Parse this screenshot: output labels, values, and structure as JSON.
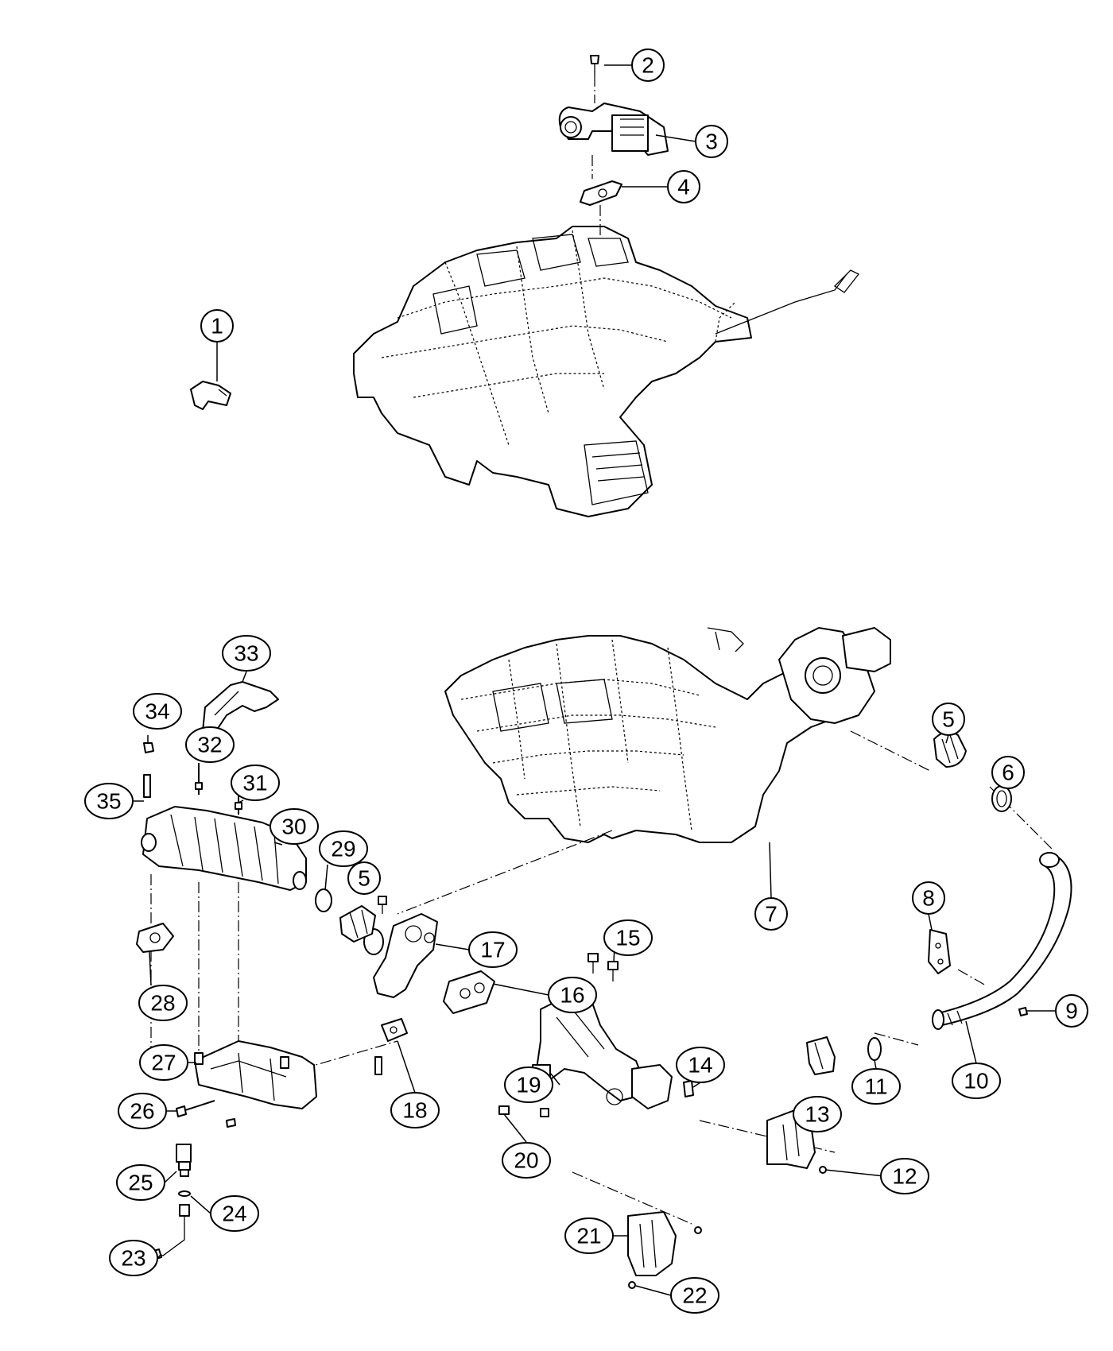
{
  "callouts": [
    {
      "id": "c1",
      "label": "1"
    },
    {
      "id": "c2",
      "label": "2"
    },
    {
      "id": "c3",
      "label": "3"
    },
    {
      "id": "c4",
      "label": "4"
    },
    {
      "id": "c5a",
      "label": "5"
    },
    {
      "id": "c5b",
      "label": "5"
    },
    {
      "id": "c6",
      "label": "6"
    },
    {
      "id": "c7",
      "label": "7"
    },
    {
      "id": "c8",
      "label": "8"
    },
    {
      "id": "c9",
      "label": "9"
    },
    {
      "id": "c10",
      "label": "10"
    },
    {
      "id": "c11",
      "label": "11"
    },
    {
      "id": "c12",
      "label": "12"
    },
    {
      "id": "c13",
      "label": "13"
    },
    {
      "id": "c14",
      "label": "14"
    },
    {
      "id": "c15",
      "label": "15"
    },
    {
      "id": "c16",
      "label": "16"
    },
    {
      "id": "c17",
      "label": "17"
    },
    {
      "id": "c18",
      "label": "18"
    },
    {
      "id": "c19",
      "label": "19"
    },
    {
      "id": "c20",
      "label": "20"
    },
    {
      "id": "c21",
      "label": "21"
    },
    {
      "id": "c22",
      "label": "22"
    },
    {
      "id": "c23",
      "label": "23"
    },
    {
      "id": "c24",
      "label": "24"
    },
    {
      "id": "c25",
      "label": "25"
    },
    {
      "id": "c26",
      "label": "26"
    },
    {
      "id": "c27",
      "label": "27"
    },
    {
      "id": "c28",
      "label": "28"
    },
    {
      "id": "c29",
      "label": "29"
    },
    {
      "id": "c30",
      "label": "30"
    },
    {
      "id": "c31",
      "label": "31"
    },
    {
      "id": "c32",
      "label": "32"
    },
    {
      "id": "c33",
      "label": "33"
    },
    {
      "id": "c34",
      "label": "34"
    },
    {
      "id": "c35",
      "label": "35"
    }
  ]
}
